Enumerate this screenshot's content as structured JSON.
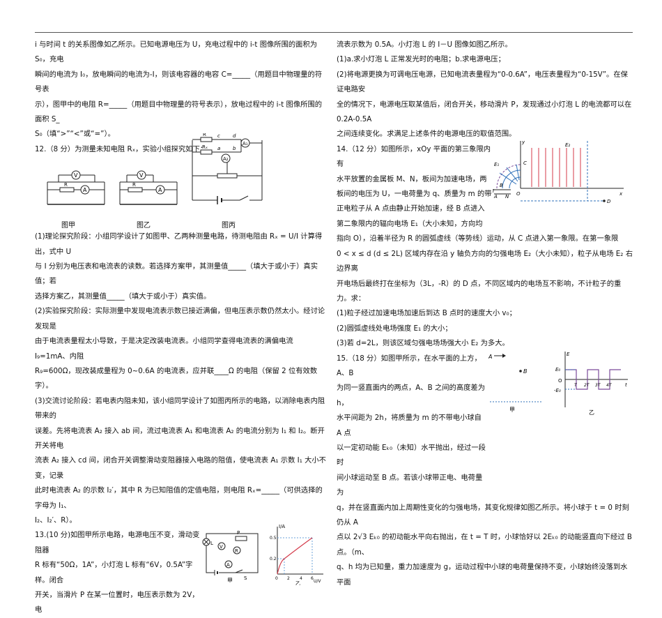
{
  "left": {
    "p1": "i 与时间 t 的关系图像如乙所示。已知电源电压为 U，充电过程中的 i-t 图像所围的面积为 S₀，充电",
    "p2": "瞬间的电流为 I₀，放电瞬间的电流为-I，则该电容器的电容 C=_____（用题目中物理量的符号表",
    "p3": "示），图甲中的电阻 R=_____（用题目中物理量的符号表示），放电过程中的 i-t 图像所围的面积 S_",
    "p4": "S₀（填“>”“<”或“=”）。",
    "q12_title": "12.（8 分）为测量未知电阻 Rₓ，实验小组探究如下：",
    "fig_labels": {
      "jia": "图甲",
      "yi": "图乙",
      "bing": "图丙"
    },
    "q12_1a": "(1)理论探究阶段：小组同学设计了如图甲、乙两种测量电路，待测电阻由 Rₓ = U/I 计算得出，式中 U",
    "q12_1b": "与 I 分别为电压表和电流表的读数。若选择方案甲，其测量值_____（填大于或小于）真实值；若",
    "q12_1c": "选择方案乙，其测量值_____（填大于或小于）真实值。",
    "q12_2a": "(2)实验探究阶段：实际测量中发现电流表示数已接近满偏，但电压表示数仍然太小。经讨论发现是",
    "q12_2b": "由于电流表量程太小导致，于是决定改装电流表。小组同学查得电流表的满偏电流 I₉=1mA、内阻",
    "q12_2c": "R₉=600Ω，现改装成量程为 0~0.6A 的电流表，应并联____Ω 的电阻（保留 2 位有效数字）。",
    "q12_3a": "(3)交流讨论阶段：若电表内阻未知，该小组同学设计了如图丙所示的电路，以消除电表内阻带来的",
    "q12_3b": "误差。先将电流表 A₂ 接入 ab 间，流过电流表 A₁ 和电流表 A₂ 的电流分别为 I₁ 和 I₂。断开开关将电",
    "q12_3c": "流表 A₂ 接入 cd 间，闭合开关调整滑动变阻器接入电路的阻值，使电流表 A₁ 示数 I₁ 大小不变，记录",
    "q12_3d": "此时电流表 A₂ 的示数 I₂′，其中 R 为已知阻值的定值电阻，则电阻 Rₓ=_____（可供选择的字母为 I₁、",
    "q12_3e": "I₂、I₂′、R）。",
    "q13a": "13.(10 分)如图甲所示电路，电源电压不变，滑动变阻器",
    "q13b": "R 标有“50Ω，1A”，小灯泡 L 标有“6V，0.5A”字样。闭合",
    "q13c": "开关，当滑片 P 在某一位置时，电压表示数为 2V，电",
    "q13_fig": {
      "jia": "甲",
      "yi": "乙",
      "ylabel": "I/A",
      "xlabel": "U/V",
      "ticks_x": [
        "0",
        "2",
        "4",
        "6"
      ],
      "ticks_y": [
        "0.5",
        "0.2"
      ]
    }
  },
  "right": {
    "r1": "流表示数为 0.5A。小灯泡 L 的 I－U 图像如图乙所示。",
    "r2": "(1)a.求小灯泡 L 正常发光时的电阻；b.求电源电压；",
    "r3": "(2)将电源更换为可调电压电源，已知电流表量程为“0-0.6A”，电压表量程为“0-15V”。在保证电路安",
    "r4": "全的情况下，电源电压取某值后，闭合开关，移动滑片 P，发现通过小灯泡 L 的电流都可以在 0.2A-0.5A",
    "r5": "之间连续变化。求满足上述条件的电源电压的取值范围。",
    "q14a": "14.（12 分）如图所示，xOy 平面的第三象限内有",
    "q14b": "水平放置的金属板 M、N，板间为加速电场，两",
    "q14c": "板间的电压为 U，一电荷量为 q、质量为 m 的带",
    "q14d": "正电粒子从 A 点由静止开始加速，经 B 点进入",
    "q14e": "第二象限内的辐向电场 E₁（大小未知，方向均",
    "q14f": "指向 O），沿着半径为 R 的圆弧虚线（等势线）运动，从 C 点进入第一象限。在第一象限",
    "q14g": "0 < x ≤ d (d ≤ 2L) 区域内存在沿 y 轴负方向的匀强电场 E₂（大小未知），粒子从电场 E₂ 右边界离",
    "q14h": "开电场后最终打在坐标为（3L，-R）的 D 点，不同区域内的电场互不影响，不计粒子的重力。求：",
    "q14i": "(1)粒子经过加速电场加速后到达 B 点时的速度大小 v₀；",
    "q14j": "(2)圆弧虚线处电场强度 E₁ 的大小；",
    "q14k": "(3)若 d=2L，则该区域匀强电场场强大小 E₂ 为多大。",
    "q15a": "15.（18 分）如图甲所示，在水平面的上方，A、B",
    "q15b": "为同一竖直面内的两点，A、B 之间的高度差为 h，",
    "q15c": "水平间距为 2h，将质量为 m 的不带电小球自 A 点",
    "q15d": "以一定初动能 Eₖ₀（未知）水平抛出，经过一段时",
    "q15e": "间小球运动至 B 点。若该小球带正电、电荷量为",
    "q15f": "q，并在竖直面内加上周期性变化的匀强电场，其变化规律如图乙所示。将小球于 t = 0 时刻仍从 A",
    "q15g": "点以 2√3 Eₖ₀ 的初动能水平向右抛出，在 t = T 时，小球恰好以 2Eₖ₀ 的动能竖直向下经过 B 点。（m、",
    "q15h": "q、h 均为已知量，重力加速度为 g，运动过程中小球的电荷量保持不变，小球始终没落到水平面",
    "q14_fig": {
      "labels": [
        "y",
        "C",
        "B",
        "O",
        "A",
        "M",
        "N",
        "E₂",
        "x",
        "D",
        "E₁"
      ]
    },
    "q15_fig": {
      "jia": "甲",
      "yi": "乙",
      "A": "A",
      "B": "B",
      "E": "E",
      "t": "t",
      "E0": "E₀",
      "O": "O",
      "negE0": "-E₀",
      "ticks": [
        "T",
        "2T",
        "3T",
        "4T"
      ]
    }
  },
  "colors": {
    "text": "#111111",
    "red": "#d43a4a",
    "blue": "#2d6fb8",
    "purple": "#7a4a9a"
  }
}
